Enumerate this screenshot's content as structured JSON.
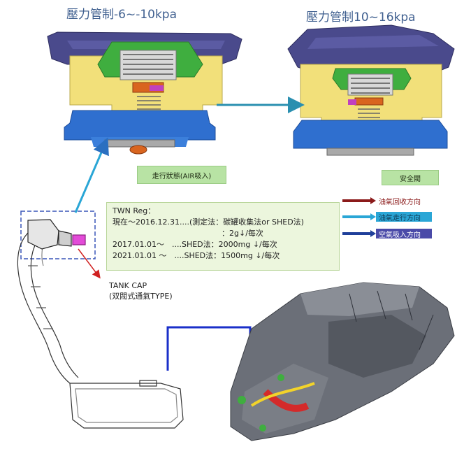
{
  "titles": {
    "left": "壓力管制-6~-10kpa",
    "right": "壓力管制10~16kpa"
  },
  "state_labels": {
    "left": "走行狀態(AIR吸入)",
    "right": "安全閥"
  },
  "legend": [
    {
      "label": "油氣回收方向",
      "color": "#8b1a1a"
    },
    {
      "label": "油氣走行方向",
      "color": "#2aa6d6"
    },
    {
      "label": "空氣吸入方向",
      "color": "#1f3f9a"
    }
  ],
  "regulation": {
    "heading": "TWN Reg：",
    "lines": [
      "現在～2016.12.31....(測定法：碳罐收集法or SHED法)",
      "：2g↓/每次",
      "2017.01.01～　....SHED法：2000mg ↓/每次",
      "2021.01.01 ～　....SHED法：1500mg ↓/每次"
    ]
  },
  "tank_cap": {
    "line1": "TANK CAP",
    "line2": "(双閥式通氣TYPE)"
  },
  "colors": {
    "cap_top": "#4a4a8c",
    "body_yellow": "#f2e07a",
    "base_blue": "#2f6fcf",
    "spring_green": "#3fae3f",
    "arrow_light_blue": "#2aa6d6",
    "arrow_red": "#d02020",
    "link_blue": "#1a2fc9"
  }
}
